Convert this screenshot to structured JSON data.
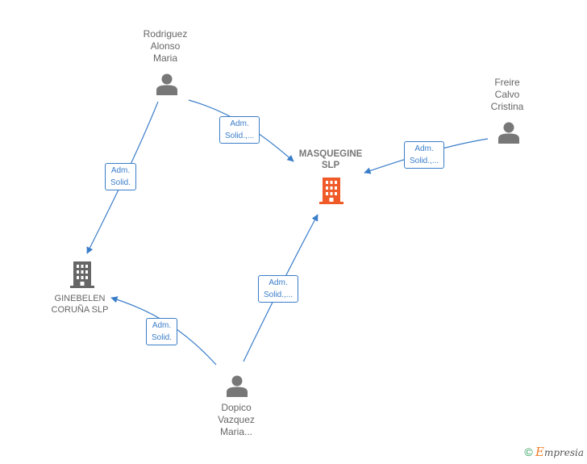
{
  "nodes": {
    "rodriguez": {
      "label": "Rodriguez\nAlonso\nMaria"
    },
    "freire": {
      "label": "Freire\nCalvo\nCristina"
    },
    "masquegine": {
      "label": "MASQUEGINE\nSLP"
    },
    "ginebelen": {
      "label": "GINEBELEN\nCORUÑA  SLP"
    },
    "dopico": {
      "label": "Dopico\nVazquez\nMaria..."
    }
  },
  "edges": {
    "rodriguez_masquegine": "Adm.\nSolid.,...",
    "rodriguez_ginebelen": "Adm.\nSolid.",
    "freire_masquegine": "Adm.\nSolid.,...",
    "dopico_ginebelen": "Adm.\nSolid.",
    "dopico_masquegine": "Adm.\nSolid.,..."
  },
  "colors": {
    "edge": "#3a7dc9",
    "person": "#777777",
    "company": "#666666",
    "focus_company": "#f05a28"
  },
  "brand": {
    "copyright": "©",
    "initial": "E",
    "rest": "mpresia"
  }
}
